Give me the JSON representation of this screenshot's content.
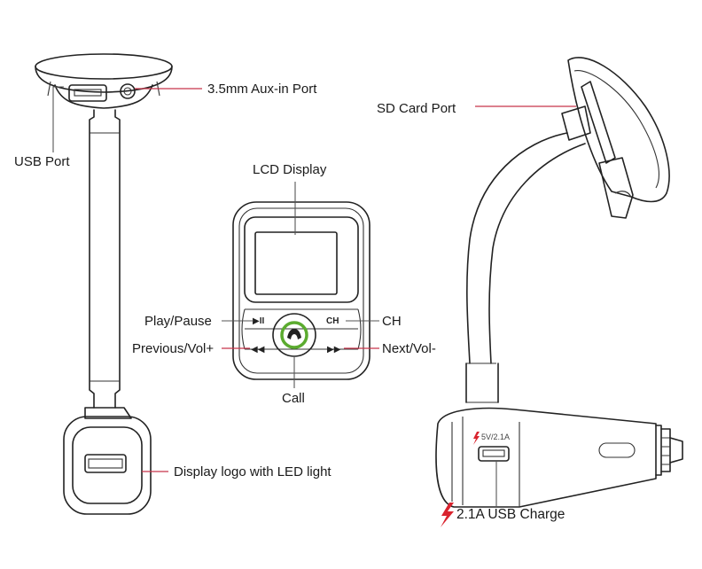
{
  "labels": {
    "aux_port": "3.5mm Aux-in Port",
    "usb_port": "USB Port",
    "sd_card_port": "SD Card Port",
    "lcd_display": "LCD Display",
    "play_pause": "Play/Pause",
    "ch": "CH",
    "previous_vol": "Previous/Vol+",
    "next_vol": "Next/Vol-",
    "call": "Call",
    "display_logo": "Display logo with LED light",
    "usb_charge": "2.1A USB Charge",
    "port_rating": "5V/2.1A"
  },
  "buttons": {
    "play_pause_glyph": "▶II",
    "ch_glyph": "CH",
    "prev_glyph": "◀◀",
    "next_glyph": "▶▶"
  },
  "icons": [
    "lightning-icon",
    "phone-handset-icon"
  ],
  "colors": {
    "leader_line": "#c8344a",
    "lightning": "#d9232e",
    "call_ring": "#5bab2f",
    "ink": "#222222"
  }
}
